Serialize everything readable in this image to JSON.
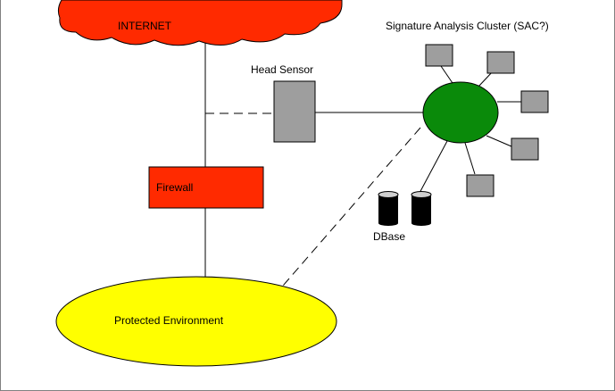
{
  "labels": {
    "internet": "INTERNET",
    "sac": "Signature Analysis Cluster (SAC?)",
    "head_sensor": "Head Sensor",
    "firewall": "Firewall",
    "dbase": "DBase",
    "protected_env": "Protected Environment"
  },
  "colors": {
    "internet_cloud": "#ff2a00",
    "firewall": "#ff2a00",
    "hub": "#0a8a0a",
    "sensor_box": "#9e9e9e",
    "protected_env": "#ffff00",
    "database": "#000000"
  }
}
